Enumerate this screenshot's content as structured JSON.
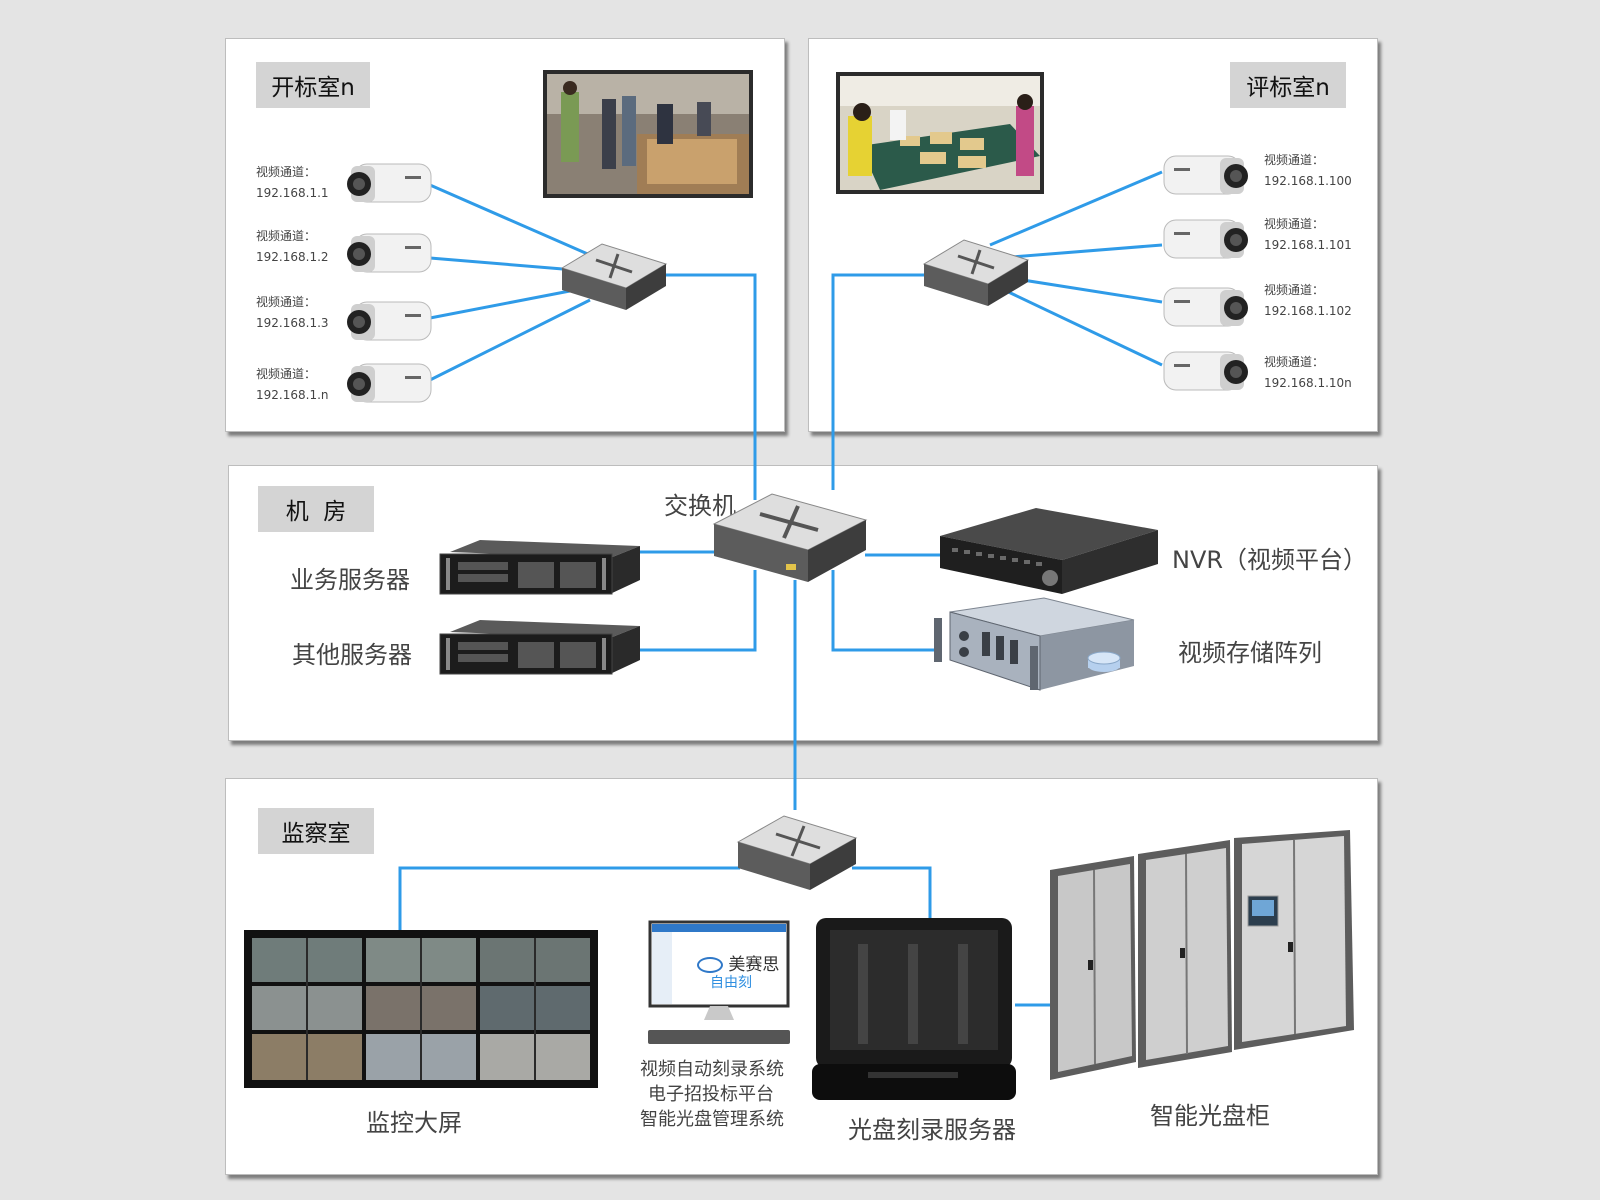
{
  "rooms": {
    "opening": {
      "title": "开标室n",
      "cameras": [
        {
          "label": "视频通道：",
          "ip": "192.168.1.1"
        },
        {
          "label": "视频通道：",
          "ip": "192.168.1.2"
        },
        {
          "label": "视频通道：",
          "ip": "192.168.1.3"
        },
        {
          "label": "视频通道：",
          "ip": "192.168.1.n"
        }
      ]
    },
    "evaluation": {
      "title": "评标室n",
      "cameras": [
        {
          "label": "视频通道：",
          "ip": "192.168.1.100"
        },
        {
          "label": "视频通道：",
          "ip": "192.168.1.101"
        },
        {
          "label": "视频通道：",
          "ip": "192.168.1.102"
        },
        {
          "label": "视频通道：",
          "ip": "192.168.1.10n"
        }
      ]
    },
    "machine_room": {
      "title": "机  房",
      "switch_label": "交换机",
      "business_server": "业务服务器",
      "other_server": "其他服务器",
      "nvr": "NVR（视频平台）",
      "storage": "视频存储阵列"
    },
    "monitor_room": {
      "title": "监察室",
      "big_screen": "监控大屏",
      "software_lines": [
        "视频自动刻录系统",
        "电子招投标平台",
        "智能光盘管理系统"
      ],
      "logo_text": "美赛思",
      "logo_sub": "自由刻",
      "disc_server": "光盘刻录服务器",
      "cabinet": "智能光盘柜"
    }
  },
  "colors": {
    "link": "#2f9be8",
    "panel_tag": "#d4d4d4",
    "background": "#e4e4e4"
  }
}
